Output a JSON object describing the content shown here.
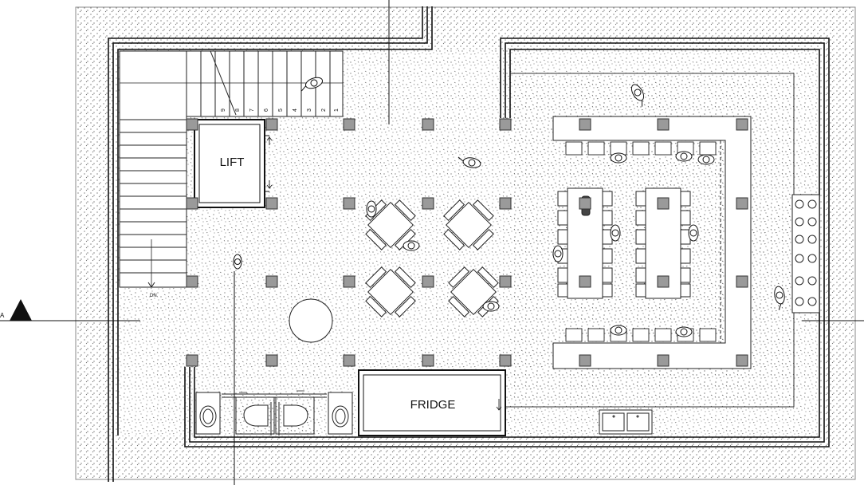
{
  "plan": {
    "rooms": {
      "lift_label": "LIFT",
      "fridge_label": "FRIDGE"
    },
    "section_marker": {
      "label": "A"
    },
    "stairs": {
      "step_numbers": [
        "9",
        "8",
        "7",
        "6",
        "5",
        "4",
        "3",
        "2",
        "1"
      ],
      "direction_label": "DN"
    },
    "colors": {
      "line": "#111111",
      "hatch": "#555555",
      "column_fill": "#9a9a9a",
      "background": "#ffffff"
    }
  }
}
